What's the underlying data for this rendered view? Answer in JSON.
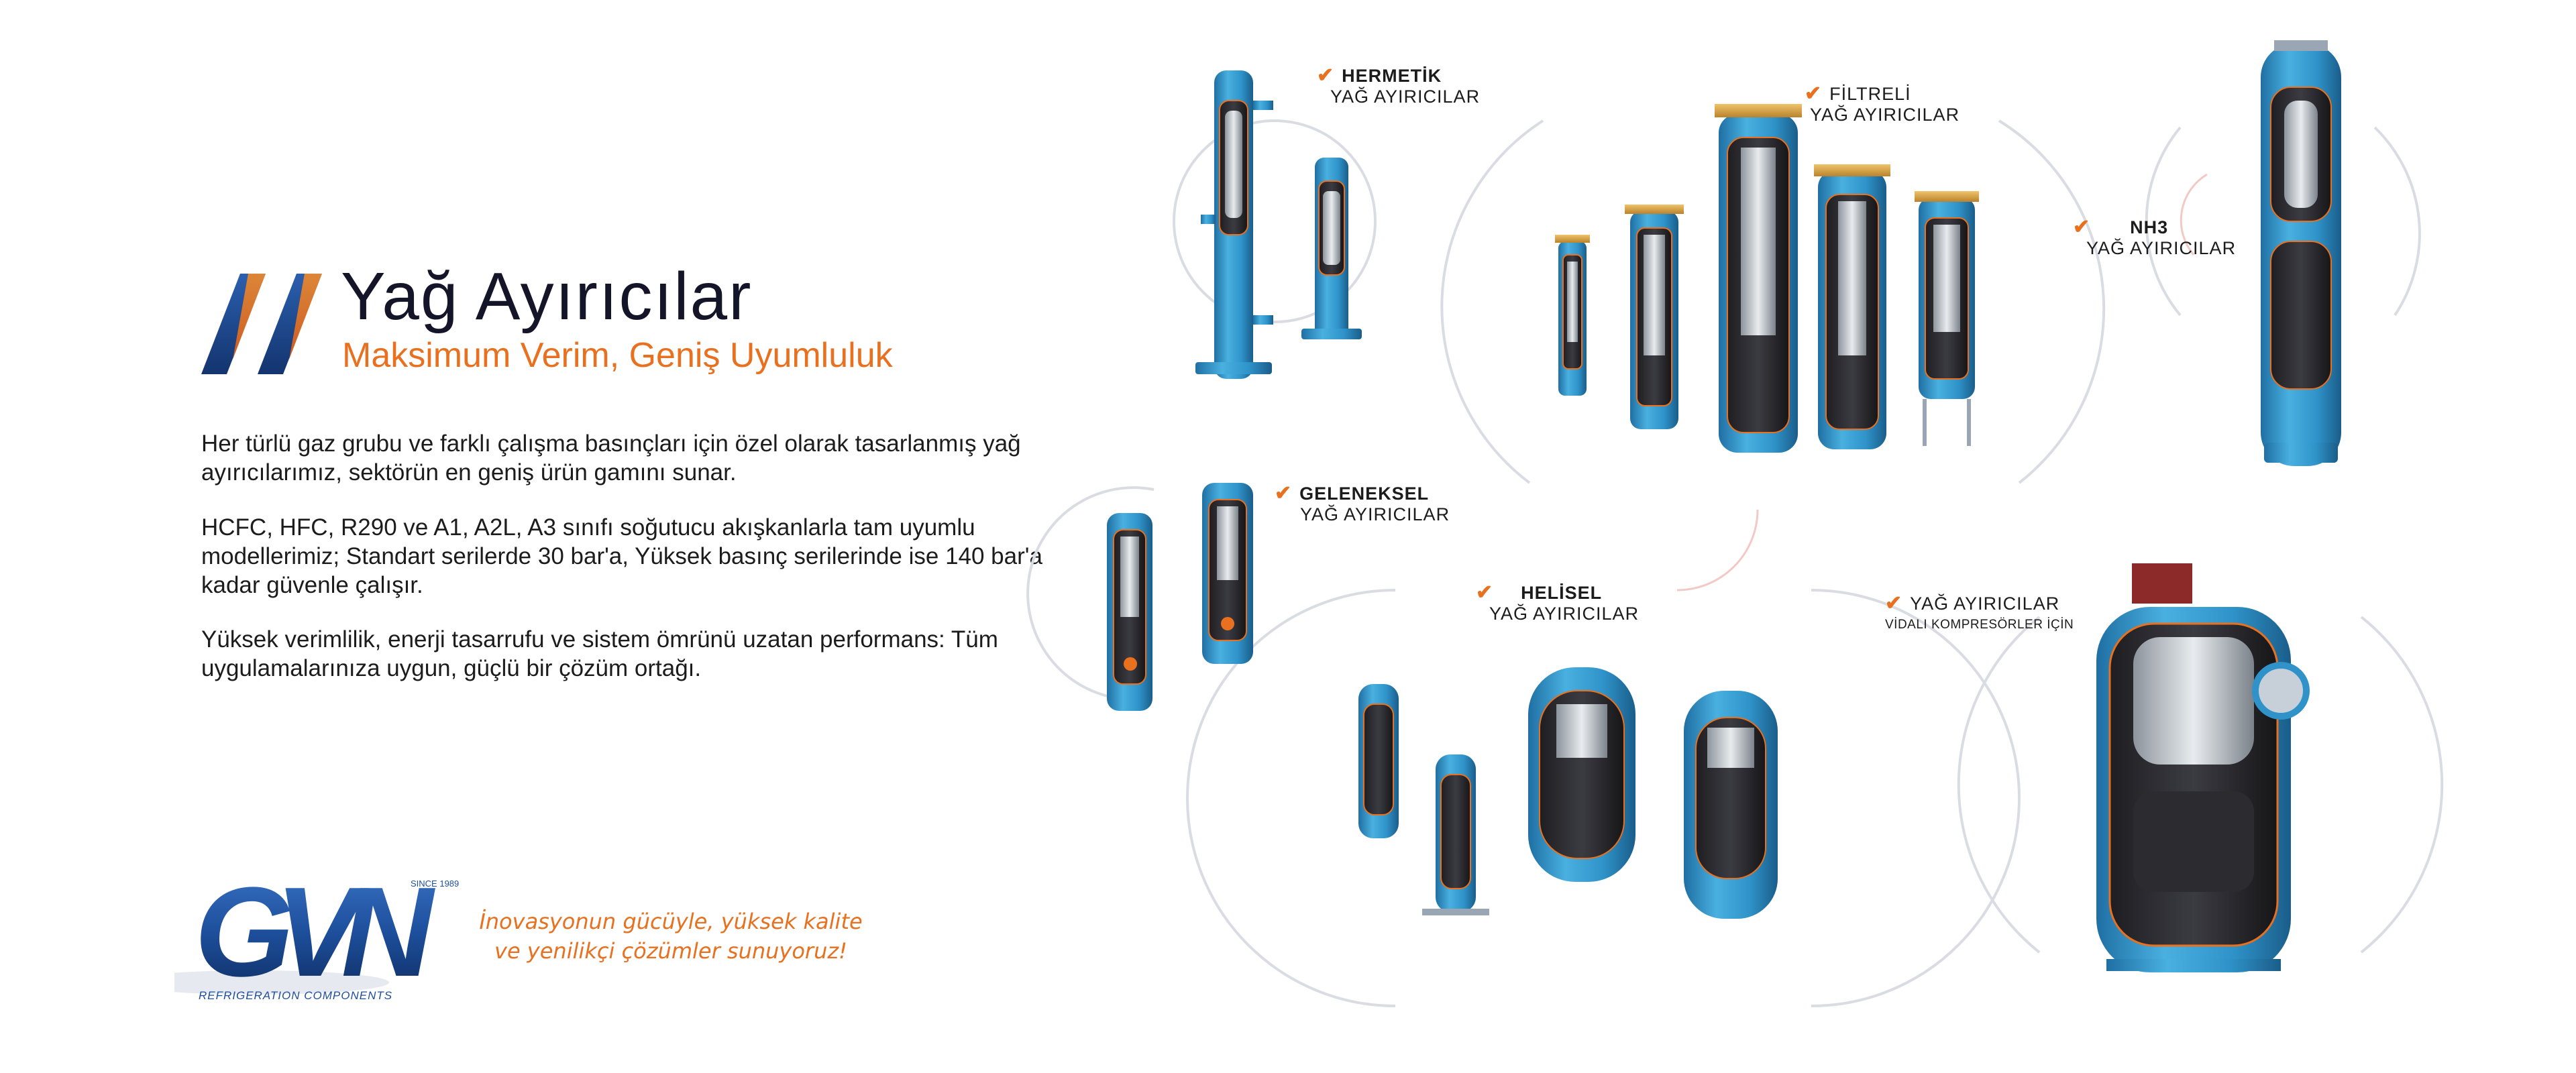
{
  "heading": {
    "title": "Yağ Ayırıcılar",
    "subtitle": "Maksimum Verim, Geniş Uyumluluk"
  },
  "paragraphs": [
    "Her türlü gaz grubu ve farklı çalışma basınçları için özel olarak tasarlanmış yağ ayırıcılarımız, sektörün en geniş ürün gamını sunar.",
    "HCFC, HFC, R290 ve A1, A2L, A3 sınıfı soğutucu akışkanlarla tam uyumlu modellerimiz; Standart serilerde 30 bar'a, Yüksek basınç serilerinde ise 140 bar'a kadar güvenle çalışır.",
    "Yüksek verimlilik, enerji tasarrufu ve sistem ömrünü uzatan performans: Tüm uygulamalarınıza uygun, güçlü bir çözüm ortağı."
  ],
  "logo": {
    "wordmark": "GVN",
    "since": "SINCE 1989",
    "tagline": "REFRIGERATION COMPONENTS"
  },
  "slogan": {
    "line1": "İnovasyonun gücüyle, yüksek kalite",
    "line2": "ve yenilikçi çözümler sunuyoruz!"
  },
  "products": [
    {
      "id": "hermetik",
      "line1": "HERMETİK",
      "line2": "YAĞ AYIRICILAR"
    },
    {
      "id": "filtreli",
      "line1": "FİLTRELİ",
      "line2": "YAĞ AYIRICILAR"
    },
    {
      "id": "nh3",
      "line1": "NH3",
      "line2": "YAĞ AYIRICILAR"
    },
    {
      "id": "geleneksel",
      "line1": "GELENEKSEL",
      "line2": "YAĞ AYIRICILAR"
    },
    {
      "id": "helisel",
      "line1": "HELİSEL",
      "line2": "YAĞ AYIRICILAR"
    },
    {
      "id": "vidali",
      "line1": "YAĞ AYIRICILAR",
      "line2": "VİDALI KOMPRESÖRLER İÇİN"
    }
  ],
  "colors": {
    "accent_orange": "#e8701e",
    "brand_blue": "#1d4f9c",
    "vessel_blue": "#2f93c9",
    "title_dark": "#151529"
  },
  "icons": {
    "check": "checkmark-icon",
    "brand": "double-slash-icon"
  }
}
